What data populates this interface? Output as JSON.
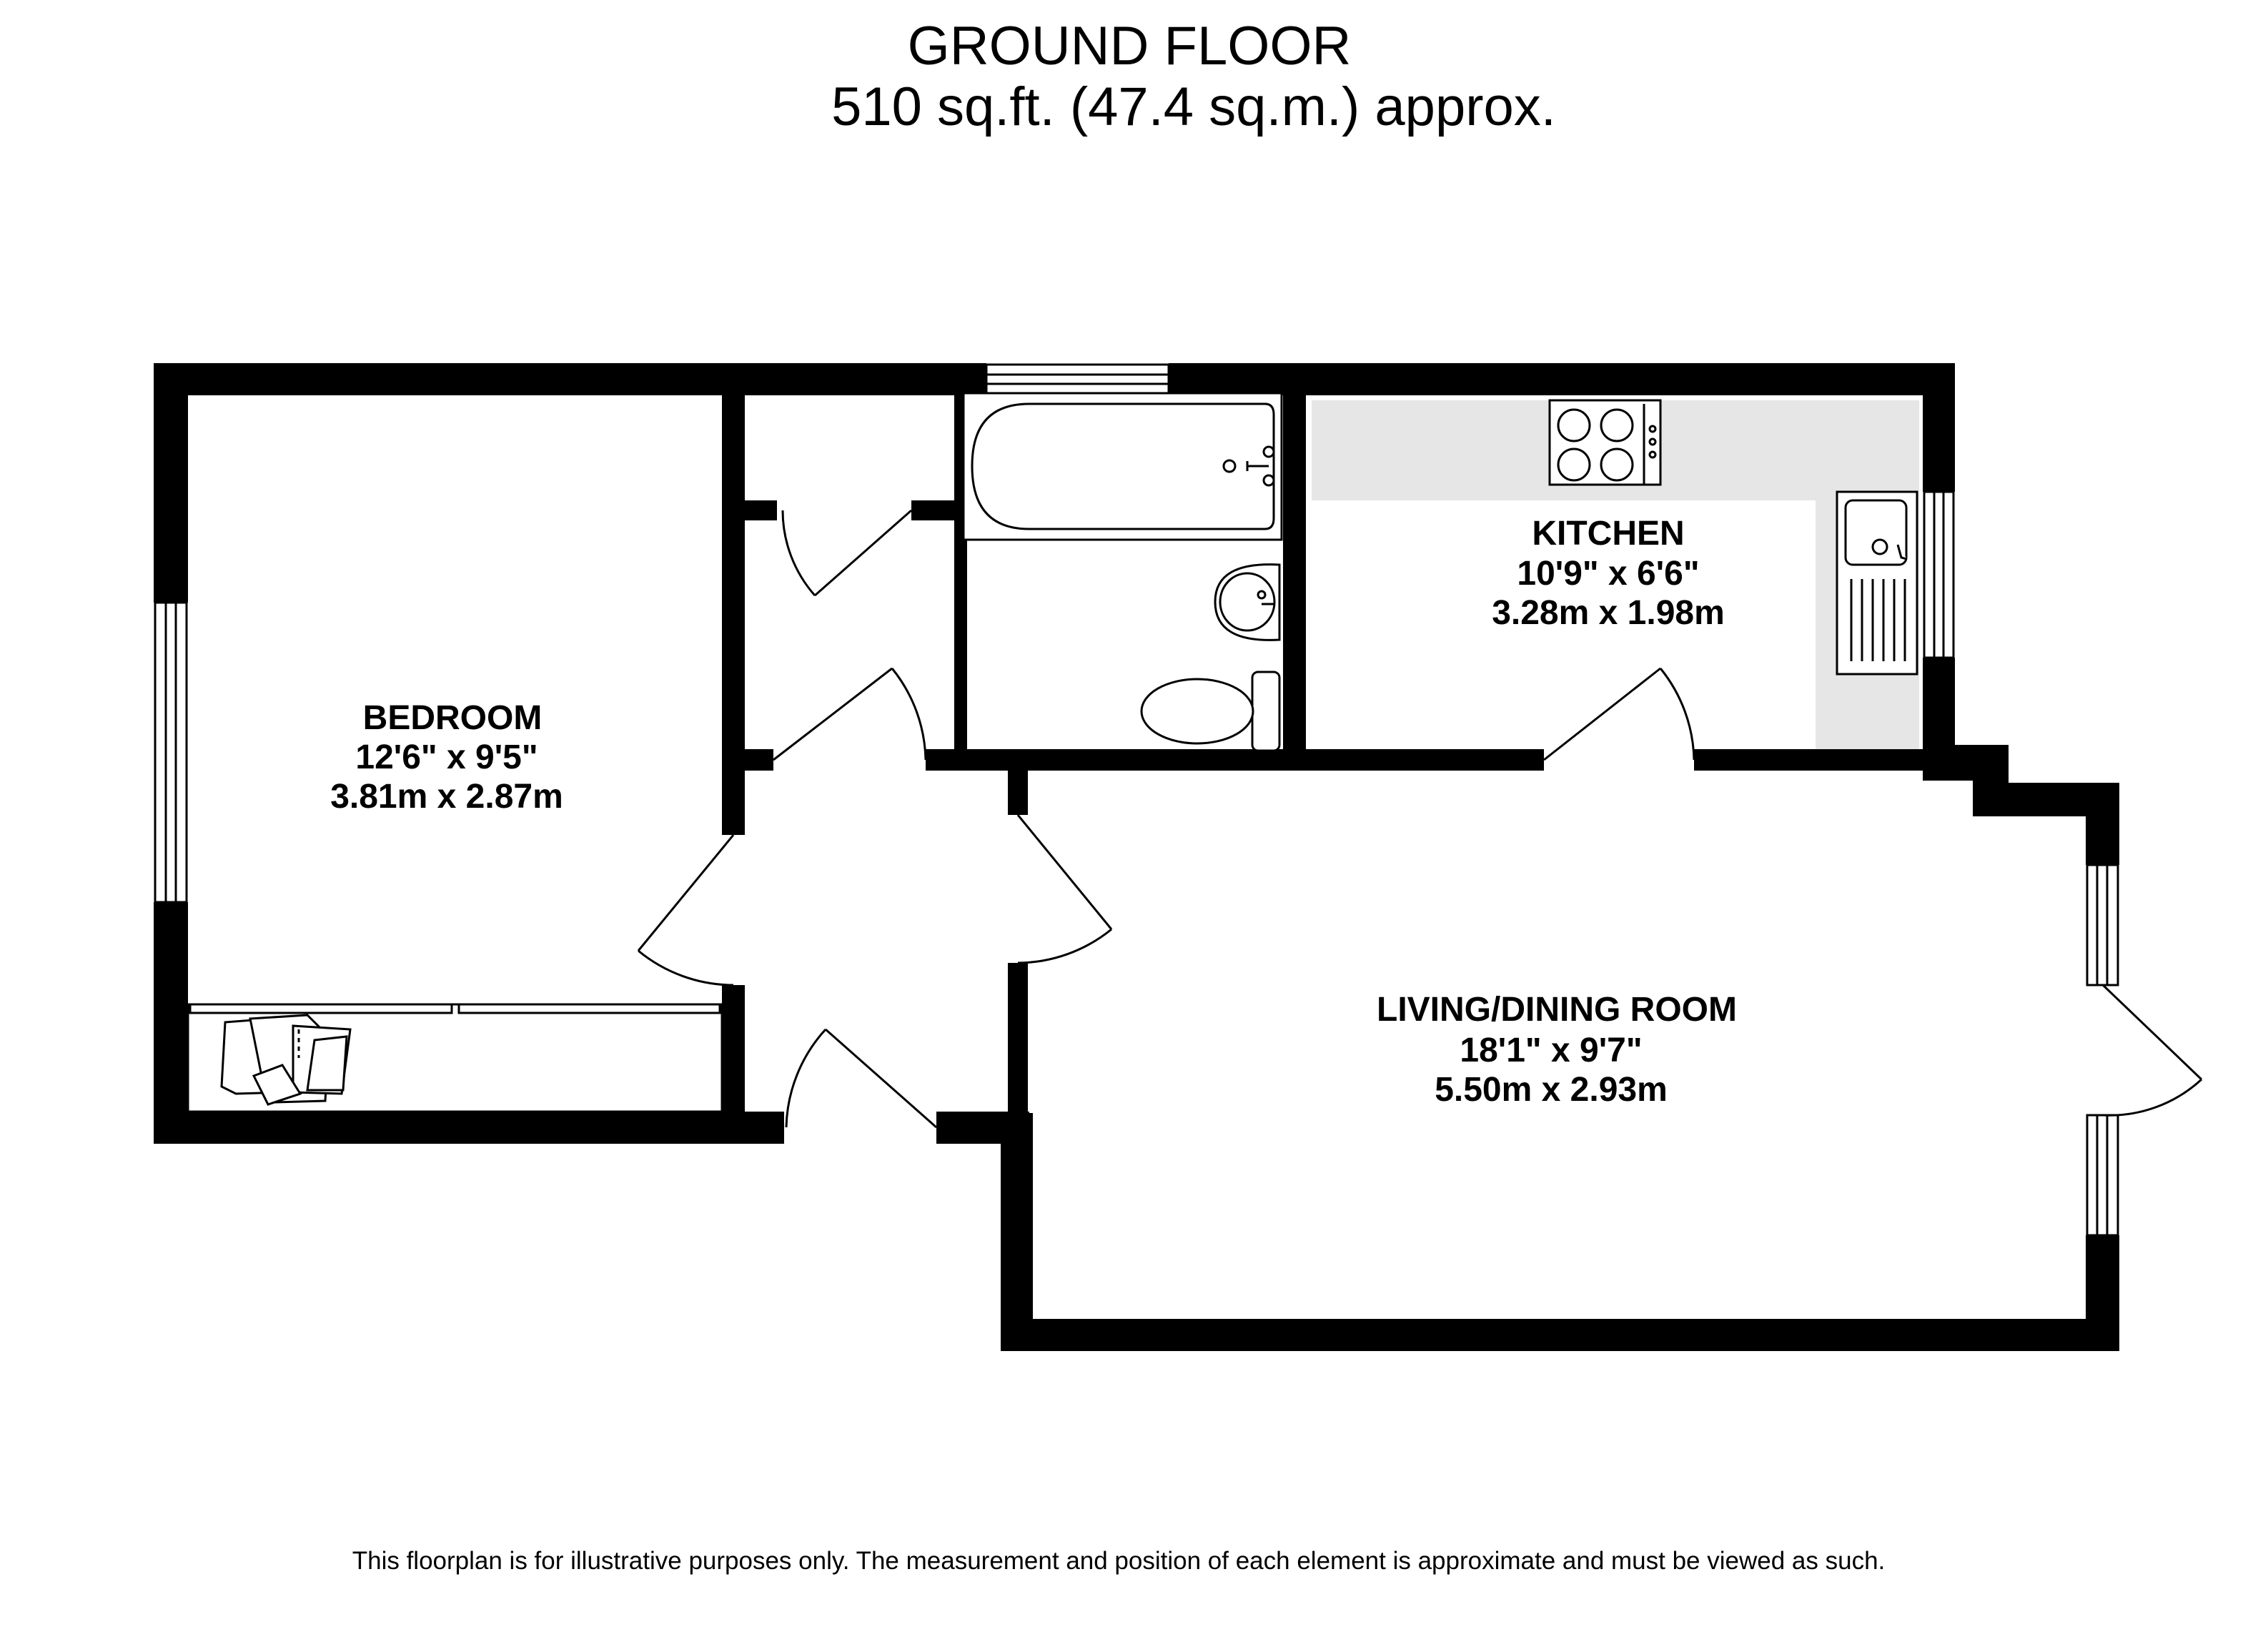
{
  "header": {
    "floor_name": "GROUND FLOOR",
    "area": "510 sq.ft. (47.4 sq.m.) approx."
  },
  "rooms": {
    "bedroom": {
      "name": "BEDROOM",
      "imperial": "12'6\"  x 9'5\"",
      "metric": "3.81m  x 2.87m"
    },
    "kitchen": {
      "name": "KITCHEN",
      "imperial": "10'9\"  x 6'6\"",
      "metric": "3.28m  x 1.98m"
    },
    "living": {
      "name": "LIVING/DINING ROOM",
      "imperial": "18'1\"  x 9'7\"",
      "metric": "5.50m  x 2.93m"
    }
  },
  "footer": {
    "disclaimer": "This floorplan is for illustrative purposes only. The measurement and position of each element is approximate and must be viewed as such."
  },
  "colors": {
    "wall": "#000000",
    "worktop": "#e6e6e6",
    "background": "#ffffff"
  }
}
